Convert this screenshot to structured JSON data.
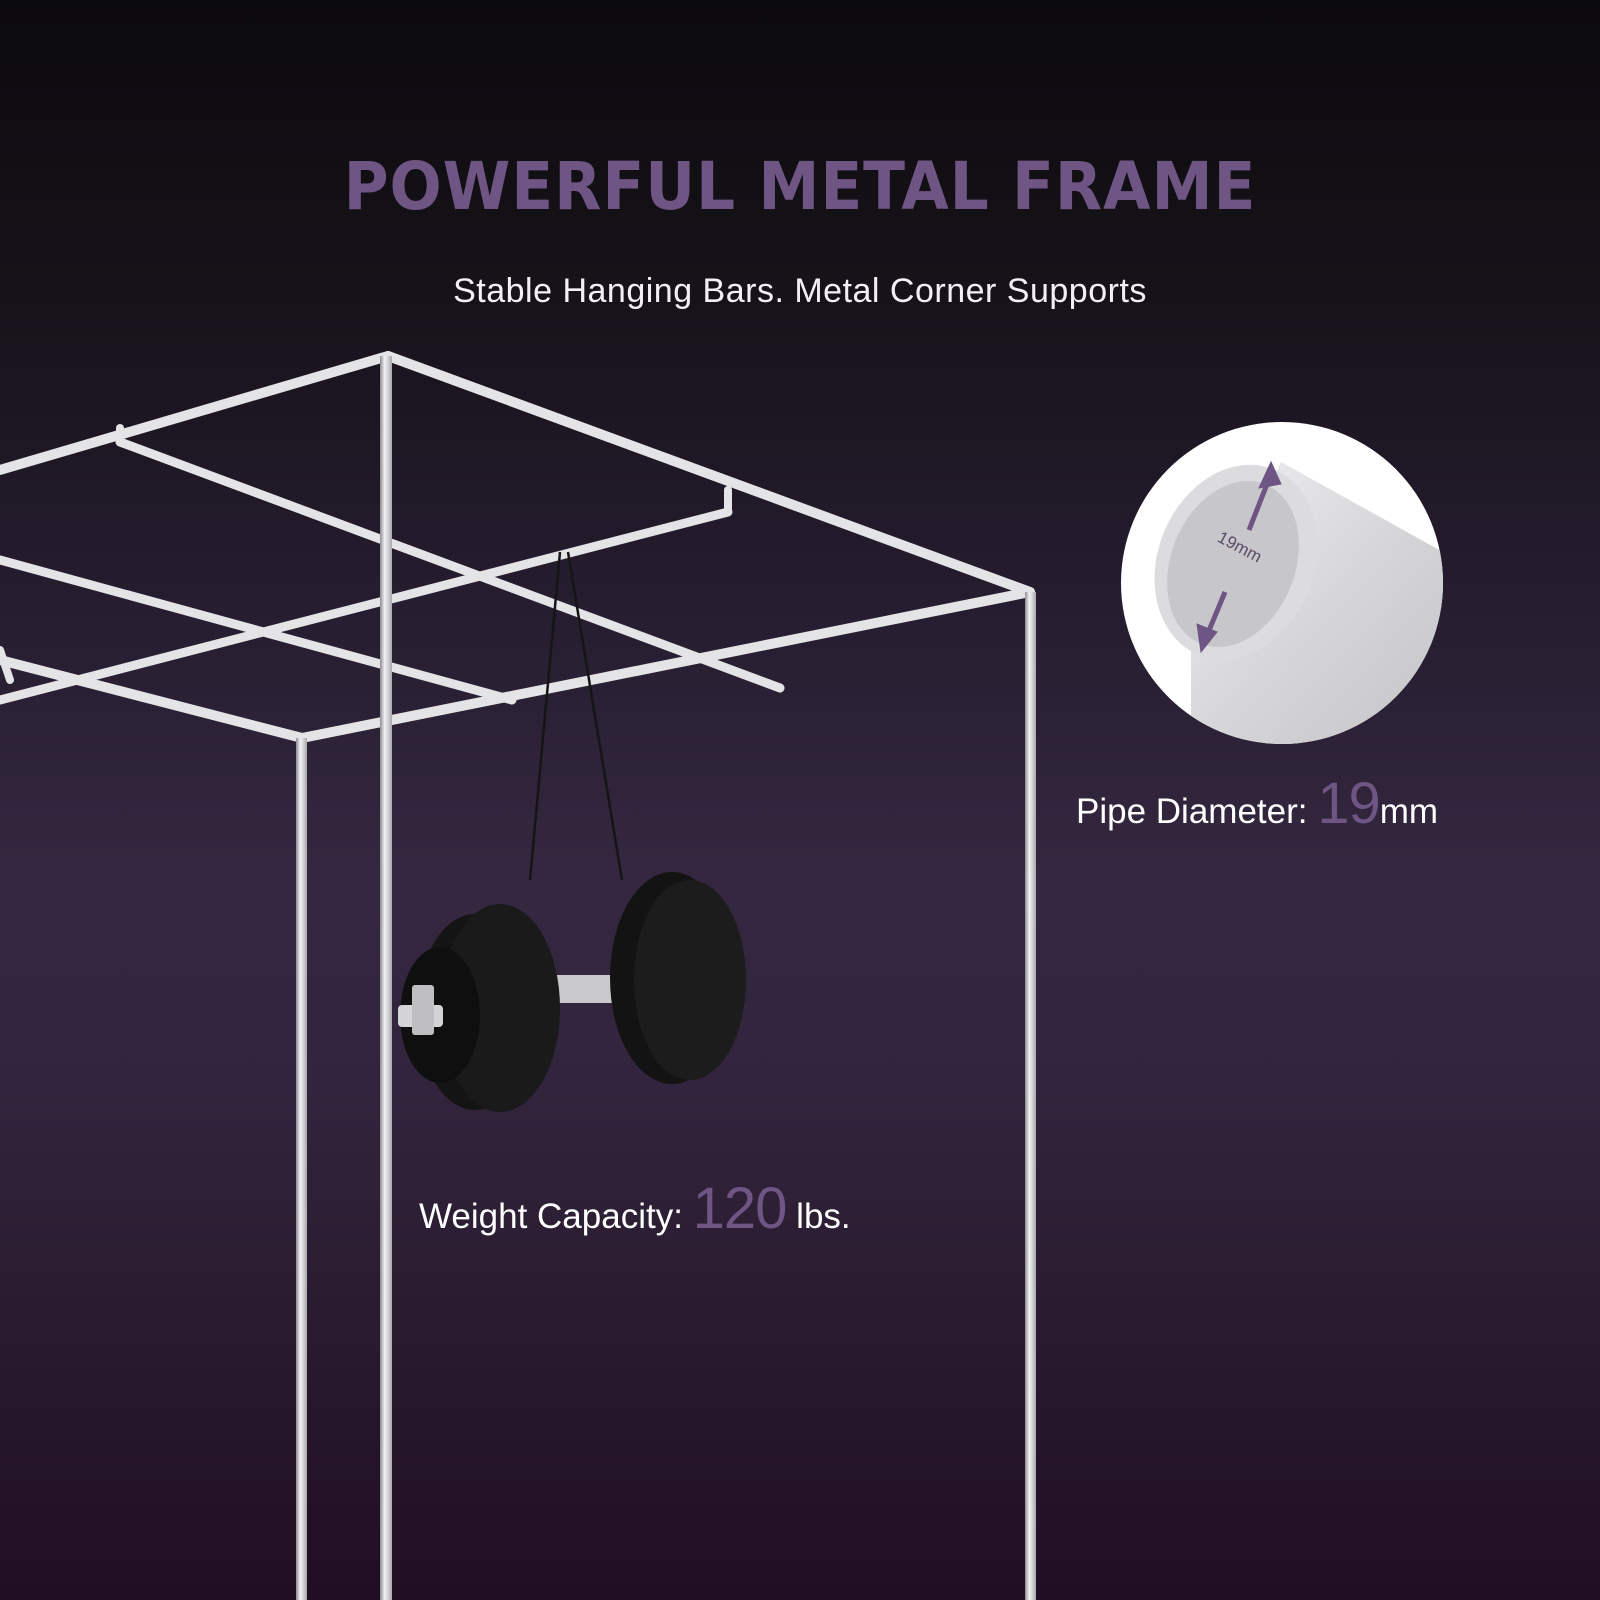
{
  "header": {
    "title": "POWERFUL METAL FRAME",
    "subtitle": "Stable Hanging Bars. Metal Corner Supports"
  },
  "pipe_callout": {
    "diagram_label": "19mm",
    "label": "Pipe Diameter:",
    "value": "19",
    "unit": "mm"
  },
  "weight_callout": {
    "label": "Weight Capacity:",
    "value": "120",
    "unit": "lbs."
  },
  "icons": {
    "frame": "metal-grow-tent-frame-illustration",
    "weight": "dumbbell-illustration",
    "pipe": "pipe-cross-section-icon",
    "dimension_arrow": "double-arrow-icon"
  },
  "colors": {
    "accent": "#6e5584",
    "text": "#ffffff",
    "background_top": "#0b0a0e",
    "background_mid": "#342840",
    "background_bottom": "#200e22",
    "pipe": "#e6e6e8"
  }
}
